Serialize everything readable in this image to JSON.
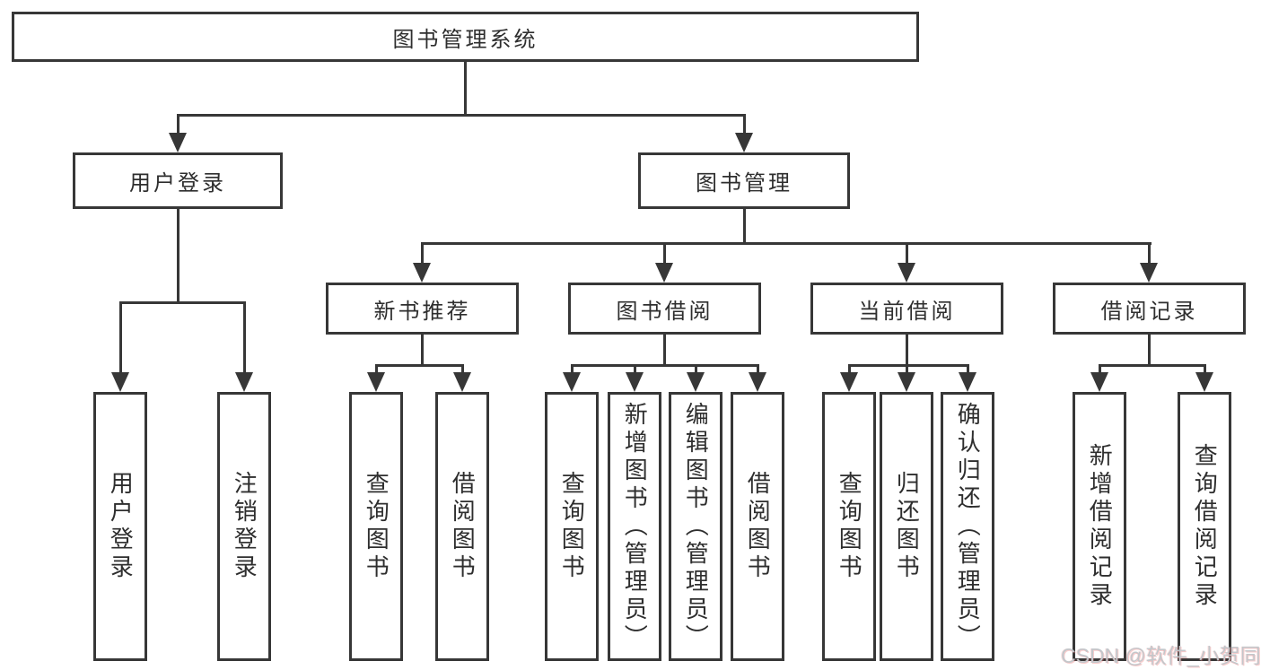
{
  "diagram": {
    "type": "tree",
    "title": "图书管理系统",
    "root": {
      "label": "图书管理系统"
    },
    "level2": [
      {
        "label": "用户登录",
        "parent": "图书管理系统",
        "children_labels": [
          "用户登录",
          "注销登录"
        ]
      },
      {
        "label": "图书管理",
        "parent": "图书管理系统",
        "children_labels": [
          "新书推荐",
          "图书借阅",
          "当前借阅",
          "借阅记录"
        ]
      }
    ],
    "level3": [
      {
        "label": "新书推荐",
        "parent": "图书管理",
        "children_labels": [
          "查询图书",
          "借阅图书"
        ]
      },
      {
        "label": "图书借阅",
        "parent": "图书管理",
        "children_labels": [
          "查询图书",
          "新增图书（管理员）",
          "编辑图书（管理员）",
          "借阅图书"
        ]
      },
      {
        "label": "当前借阅",
        "parent": "图书管理",
        "children_labels": [
          "查询图书",
          "归还图书",
          "确认归还（管理员）"
        ]
      },
      {
        "label": "借阅记录",
        "parent": "图书管理",
        "children_labels": [
          "新增借阅记录",
          "查询借阅记录"
        ]
      }
    ],
    "leaves": [
      {
        "label": "用户登录",
        "parent": "用户登录"
      },
      {
        "label": "注销登录",
        "parent": "用户登录"
      },
      {
        "label": "查询图书",
        "parent": "新书推荐"
      },
      {
        "label": "借阅图书",
        "parent": "新书推荐"
      },
      {
        "label": "查询图书",
        "parent": "图书借阅"
      },
      {
        "label": "新增图书（管理员）",
        "parent": "图书借阅"
      },
      {
        "label": "编辑图书（管理员）",
        "parent": "图书借阅"
      },
      {
        "label": "借阅图书",
        "parent": "图书借阅"
      },
      {
        "label": "查询图书",
        "parent": "当前借阅"
      },
      {
        "label": "归还图书",
        "parent": "当前借阅"
      },
      {
        "label": "确认归还（管理员）",
        "parent": "当前借阅"
      },
      {
        "label": "新增借阅记录",
        "parent": "借阅记录"
      },
      {
        "label": "查询借阅记录",
        "parent": "借阅记录"
      }
    ],
    "colors": {
      "line": "#373737",
      "box_border": "#373737",
      "text": "#2e2e2e",
      "background": "#ffffff"
    }
  },
  "watermark": {
    "text": "CSDN @软件_小贺同学",
    "text_color": "#c3c7cb",
    "accent_color": "#ef7070"
  }
}
